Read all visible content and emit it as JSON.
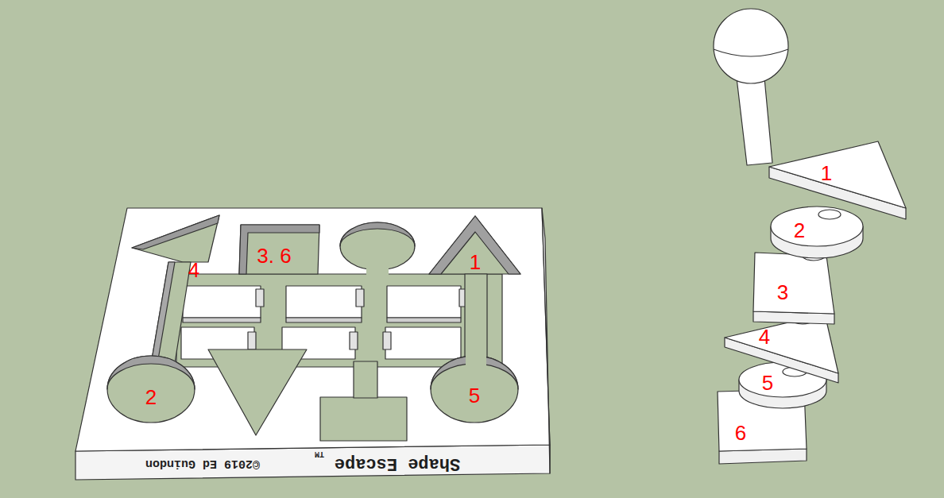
{
  "diagram": {
    "labels": [
      "4",
      "3. 6",
      "1",
      "2",
      "5",
      "Shape Escape",
      "TM",
      "©2019 Ed Guindon",
      "1",
      "2",
      "3",
      "4",
      "5",
      "6"
    ]
  }
}
